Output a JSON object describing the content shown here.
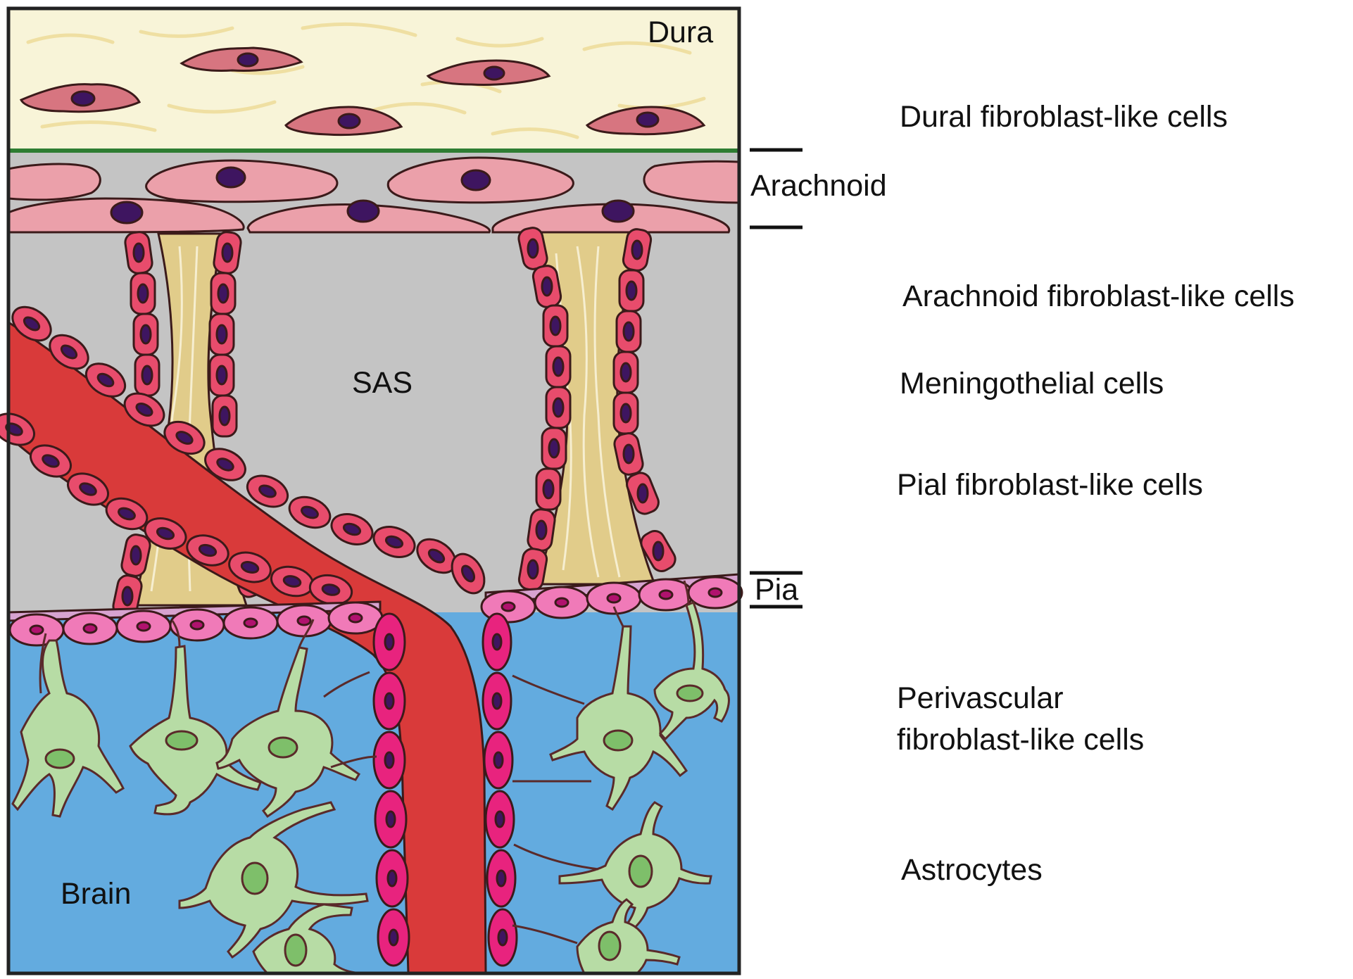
{
  "figure": {
    "inner_labels": {
      "dura": "Dura",
      "sas": "SAS",
      "brain": "Brain"
    },
    "side_labels": {
      "arachnoid": "Arachnoid",
      "pia": "Pia"
    },
    "legend": [
      "Dural fibroblast-like cells",
      "Arachnoid fibroblast-like cells",
      "Meningothelial cells",
      "Pial fibroblast-like cells",
      "Perivascular",
      "fibroblast-like cells",
      "Astrocytes"
    ],
    "colors": {
      "dura_bg": "#f8f4d8",
      "sas_bg": "#c4c4c4",
      "brain_bg": "#63abdf",
      "vessel": "#d93a3a",
      "arachnoid_cell": "#eba0aa",
      "dural_cell": "#d77580",
      "meningothelial_cell": "#e84c6c",
      "trabecula": "#e1cc8a",
      "pial_cell": "#f07ab8",
      "perivascular_cell": "#e8237e",
      "astrocyte": "#b7dca5",
      "nucleus": "#3e1560"
    }
  }
}
